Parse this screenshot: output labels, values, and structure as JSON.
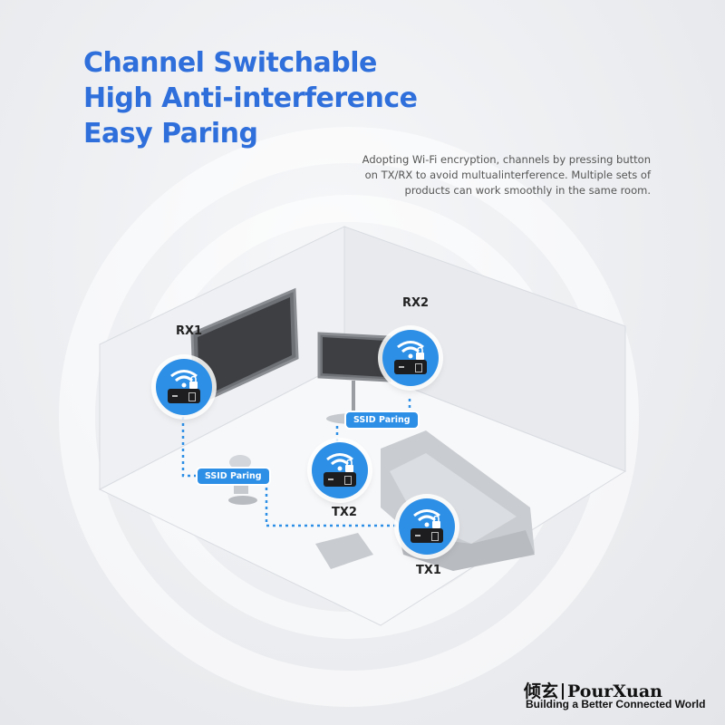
{
  "headline": {
    "line1": "Channel Switchable",
    "line2": "High Anti-interference",
    "line3": "Easy Paring"
  },
  "description": {
    "line1": "Adopting Wi-Fi encryption, channels by pressing button",
    "line2": "on TX/RX to avoid multualinterference. Multiple sets of",
    "line3": "products can work smoothly in the same room."
  },
  "devices": {
    "rx1": "RX1",
    "rx2": "RX2",
    "tx1": "TX1",
    "tx2": "TX2"
  },
  "pairing": {
    "left": "SSID Paring",
    "right": "SSID Paring"
  },
  "brand": {
    "chinese": "倾玄",
    "name": "PourXuan",
    "slogan": "Building a Better Connected World"
  },
  "colors": {
    "accent": "#2f6fdc",
    "badge": "#2d8fe6",
    "link_line": "#2d8fe6"
  },
  "icons": [
    "wifi-icon",
    "lock-icon",
    "wireless-dongle-icon"
  ]
}
